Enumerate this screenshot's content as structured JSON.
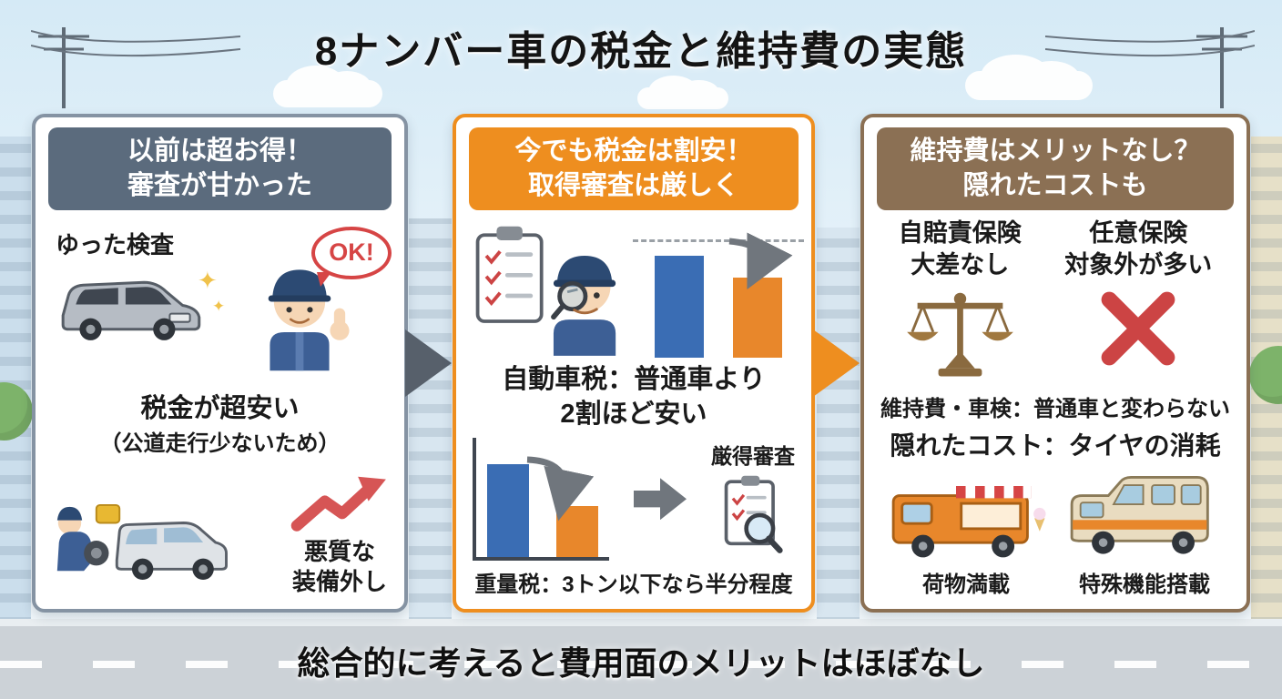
{
  "title": "8ナンバー車の税金と維持費の実態",
  "footer": "総合的に考えると費用面のメリットはほぼなし",
  "colors": {
    "slate": "#5b6b7d",
    "accent_orange": "#ee8e1f",
    "brown": "#8b7054",
    "bar_blue": "#3a6db4",
    "bar_orange": "#e8872b",
    "alert_red": "#cc4444"
  },
  "panel1": {
    "header_line1": "以前は超お得！",
    "header_line2": "審査が甘かった",
    "check_label": "ゆった検査",
    "ok_bubble": "OK!",
    "tax_line1": "税金が超安い",
    "tax_line2": "（公道走行少ないため）",
    "bad_line1": "悪質な",
    "bad_line2": "装備外し"
  },
  "panel2": {
    "header_line1": "今でも税金は割安！",
    "header_line2": "取得審査は厳しく",
    "tax_line1": "自動車税：普通車より",
    "tax_line2": "2割ほど安い",
    "strict_badge": "厳得審査",
    "weight_line": "重量税：3トン以下なら半分程度"
  },
  "panel3": {
    "header_line1": "維持費はメリットなし？",
    "header_line2": "隠れたコストも",
    "ins_left_line1": "自賠責保険",
    "ins_left_line2": "大差なし",
    "ins_right_line1": "任意保険",
    "ins_right_line2": "対象外が多い",
    "maintenance_line": "維持費・車検：普通車と変わらない",
    "hidden_cost_line": "隠れたコスト：タイヤの消耗",
    "caption_left": "荷物満載",
    "caption_right": "特殊機能搭載"
  }
}
